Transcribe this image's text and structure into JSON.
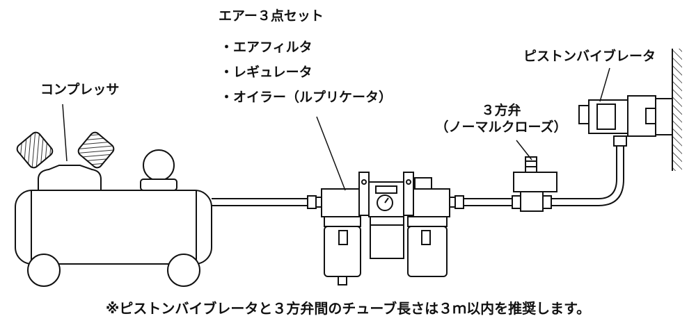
{
  "labels": {
    "air_unit_title": "エアー３点セット",
    "air_unit_items": [
      "・エアフィルタ",
      "・レギュレータ",
      "・オイラー（ルプリケータ）"
    ],
    "compressor": "コンプレッサ",
    "valve_line1": "３方弁",
    "valve_line2": "（ノーマルクローズ）",
    "vibrator": "ピストンバイブレータ"
  },
  "note": "※ピストンバイブレータと３方弁間のチューブ長さは３ｍ以内を推奨します。",
  "colors": {
    "line": "#111111",
    "fill": "#ffffff",
    "hatch": "#333333"
  }
}
